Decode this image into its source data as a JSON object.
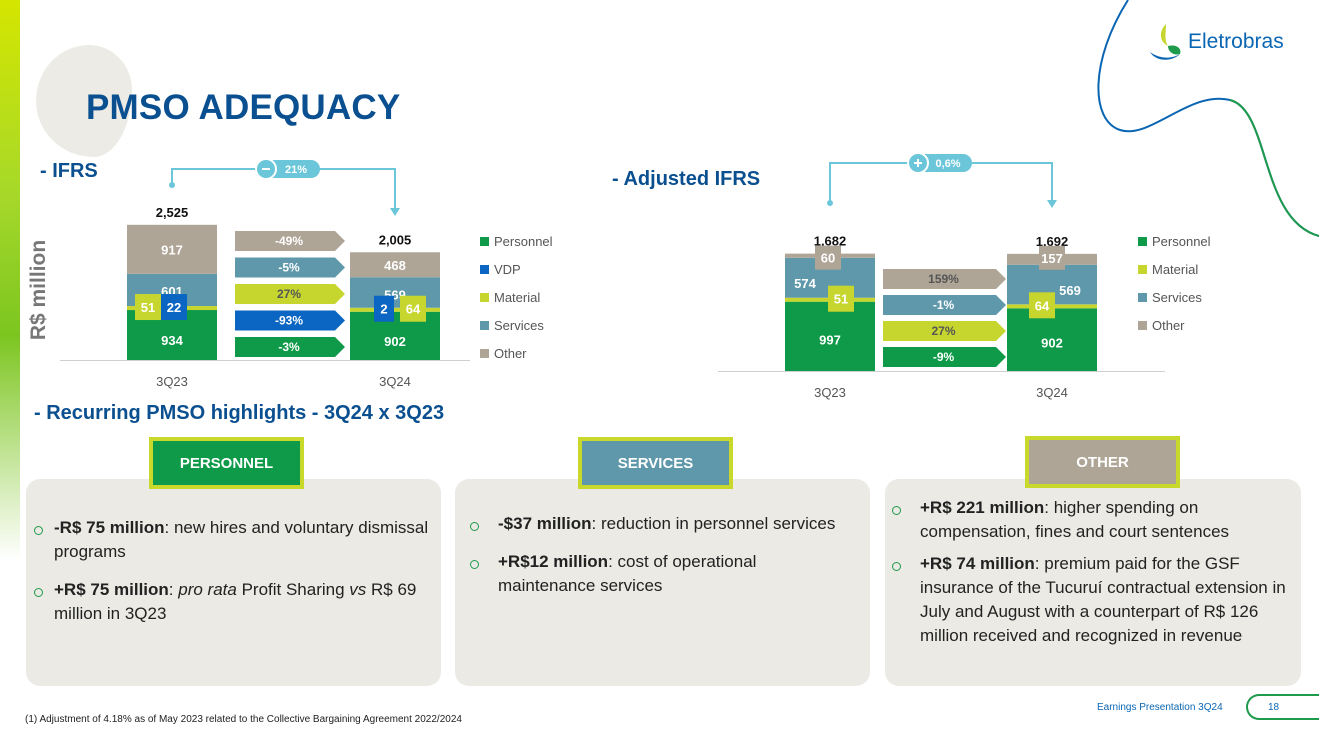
{
  "page": {
    "title": "PMSO ADEQUACY",
    "brand": "Eletrobras",
    "footer_label": "Earnings Presentation 3Q24",
    "page_number": "18",
    "footnote": "(1) Adjustment of 4.18% as of May 2023 related to the Collective Bargaining Agreement 2022/2024"
  },
  "colors": {
    "personnel": "#0e9a48",
    "vdp": "#0a66c2",
    "material": "#c6d62e",
    "services": "#5e98aa",
    "other": "#aea596",
    "title_blue": "#0a4f8f",
    "connector": "#6cc6da"
  },
  "ylabel": "R$ million",
  "chart_data": [
    {
      "type": "bar",
      "stacked": true,
      "title": "- IFRS",
      "ylabel": "R$ million",
      "categories": [
        "3Q23",
        "3Q24"
      ],
      "totals": [
        "2,525",
        "2,005"
      ],
      "total_values": [
        2525,
        2005
      ],
      "series": [
        {
          "name": "Personnel",
          "key": "personnel",
          "values": [
            934,
            902
          ],
          "change": "-3%"
        },
        {
          "name": "VDP",
          "key": "vdp",
          "values": [
            22,
            2
          ],
          "change": "-93%"
        },
        {
          "name": "Material",
          "key": "material",
          "values": [
            51,
            64
          ],
          "change": "27%"
        },
        {
          "name": "Services",
          "key": "services",
          "values": [
            601,
            569
          ],
          "change": "-5%"
        },
        {
          "name": "Other",
          "key": "other",
          "values": [
            917,
            468
          ],
          "change": "-49%"
        }
      ],
      "legend": [
        "Personnel",
        "VDP",
        "Material",
        "Services",
        "Other"
      ],
      "legend_position": "right",
      "total_change": {
        "sign": "minus",
        "label": "21%"
      }
    },
    {
      "type": "bar",
      "stacked": true,
      "title": "- Adjusted IFRS",
      "categories": [
        "3Q23",
        "3Q24"
      ],
      "totals": [
        "1,682",
        "1,692"
      ],
      "total_values": [
        1682,
        1692
      ],
      "series": [
        {
          "name": "Personnel",
          "key": "personnel",
          "values": [
            997,
            902
          ],
          "change": "-9%"
        },
        {
          "name": "Material",
          "key": "material",
          "values": [
            51,
            64
          ],
          "change": "27%"
        },
        {
          "name": "Services",
          "key": "services",
          "values": [
            574,
            569
          ],
          "change": "-1%"
        },
        {
          "name": "Other",
          "key": "other",
          "values": [
            60,
            157
          ],
          "change": "159%"
        }
      ],
      "legend": [
        "Personnel",
        "Material",
        "Services",
        "Other"
      ],
      "legend_position": "right",
      "total_change": {
        "sign": "plus",
        "label": "0,6%"
      }
    }
  ],
  "highlights": {
    "title": "- Recurring PMSO highlights - 3Q24 x 3Q23",
    "cards": [
      {
        "header": "PERSONNEL",
        "bullets": [
          {
            "bold": "-R$ 75 million",
            "text": ": new hires and voluntary dismissal programs"
          },
          {
            "bold": "+R$ 75 million",
            "text": ": ",
            "italic1": "pro rata",
            "text2": " Profit Sharing ",
            "italic2": "vs",
            "text3": " R$ 69 million in 3Q23"
          }
        ]
      },
      {
        "header": "SERVICES",
        "bullets": [
          {
            "bold": "-$37 million",
            "text": ": reduction in personnel services"
          },
          {
            "bold": "+R$12 million",
            "text": ": cost of operational maintenance services"
          }
        ]
      },
      {
        "header": "OTHER",
        "bullets": [
          {
            "bold": "+R$ 221 million",
            "text": ": higher spending on compensation, fines and court sentences"
          },
          {
            "bold": "+R$ 74 million",
            "text": ": premium paid for the GSF insurance of the Tucuruí contractual extension in July and August with a counterpart of R$ 126 million received and recognized in revenue"
          }
        ]
      }
    ]
  }
}
